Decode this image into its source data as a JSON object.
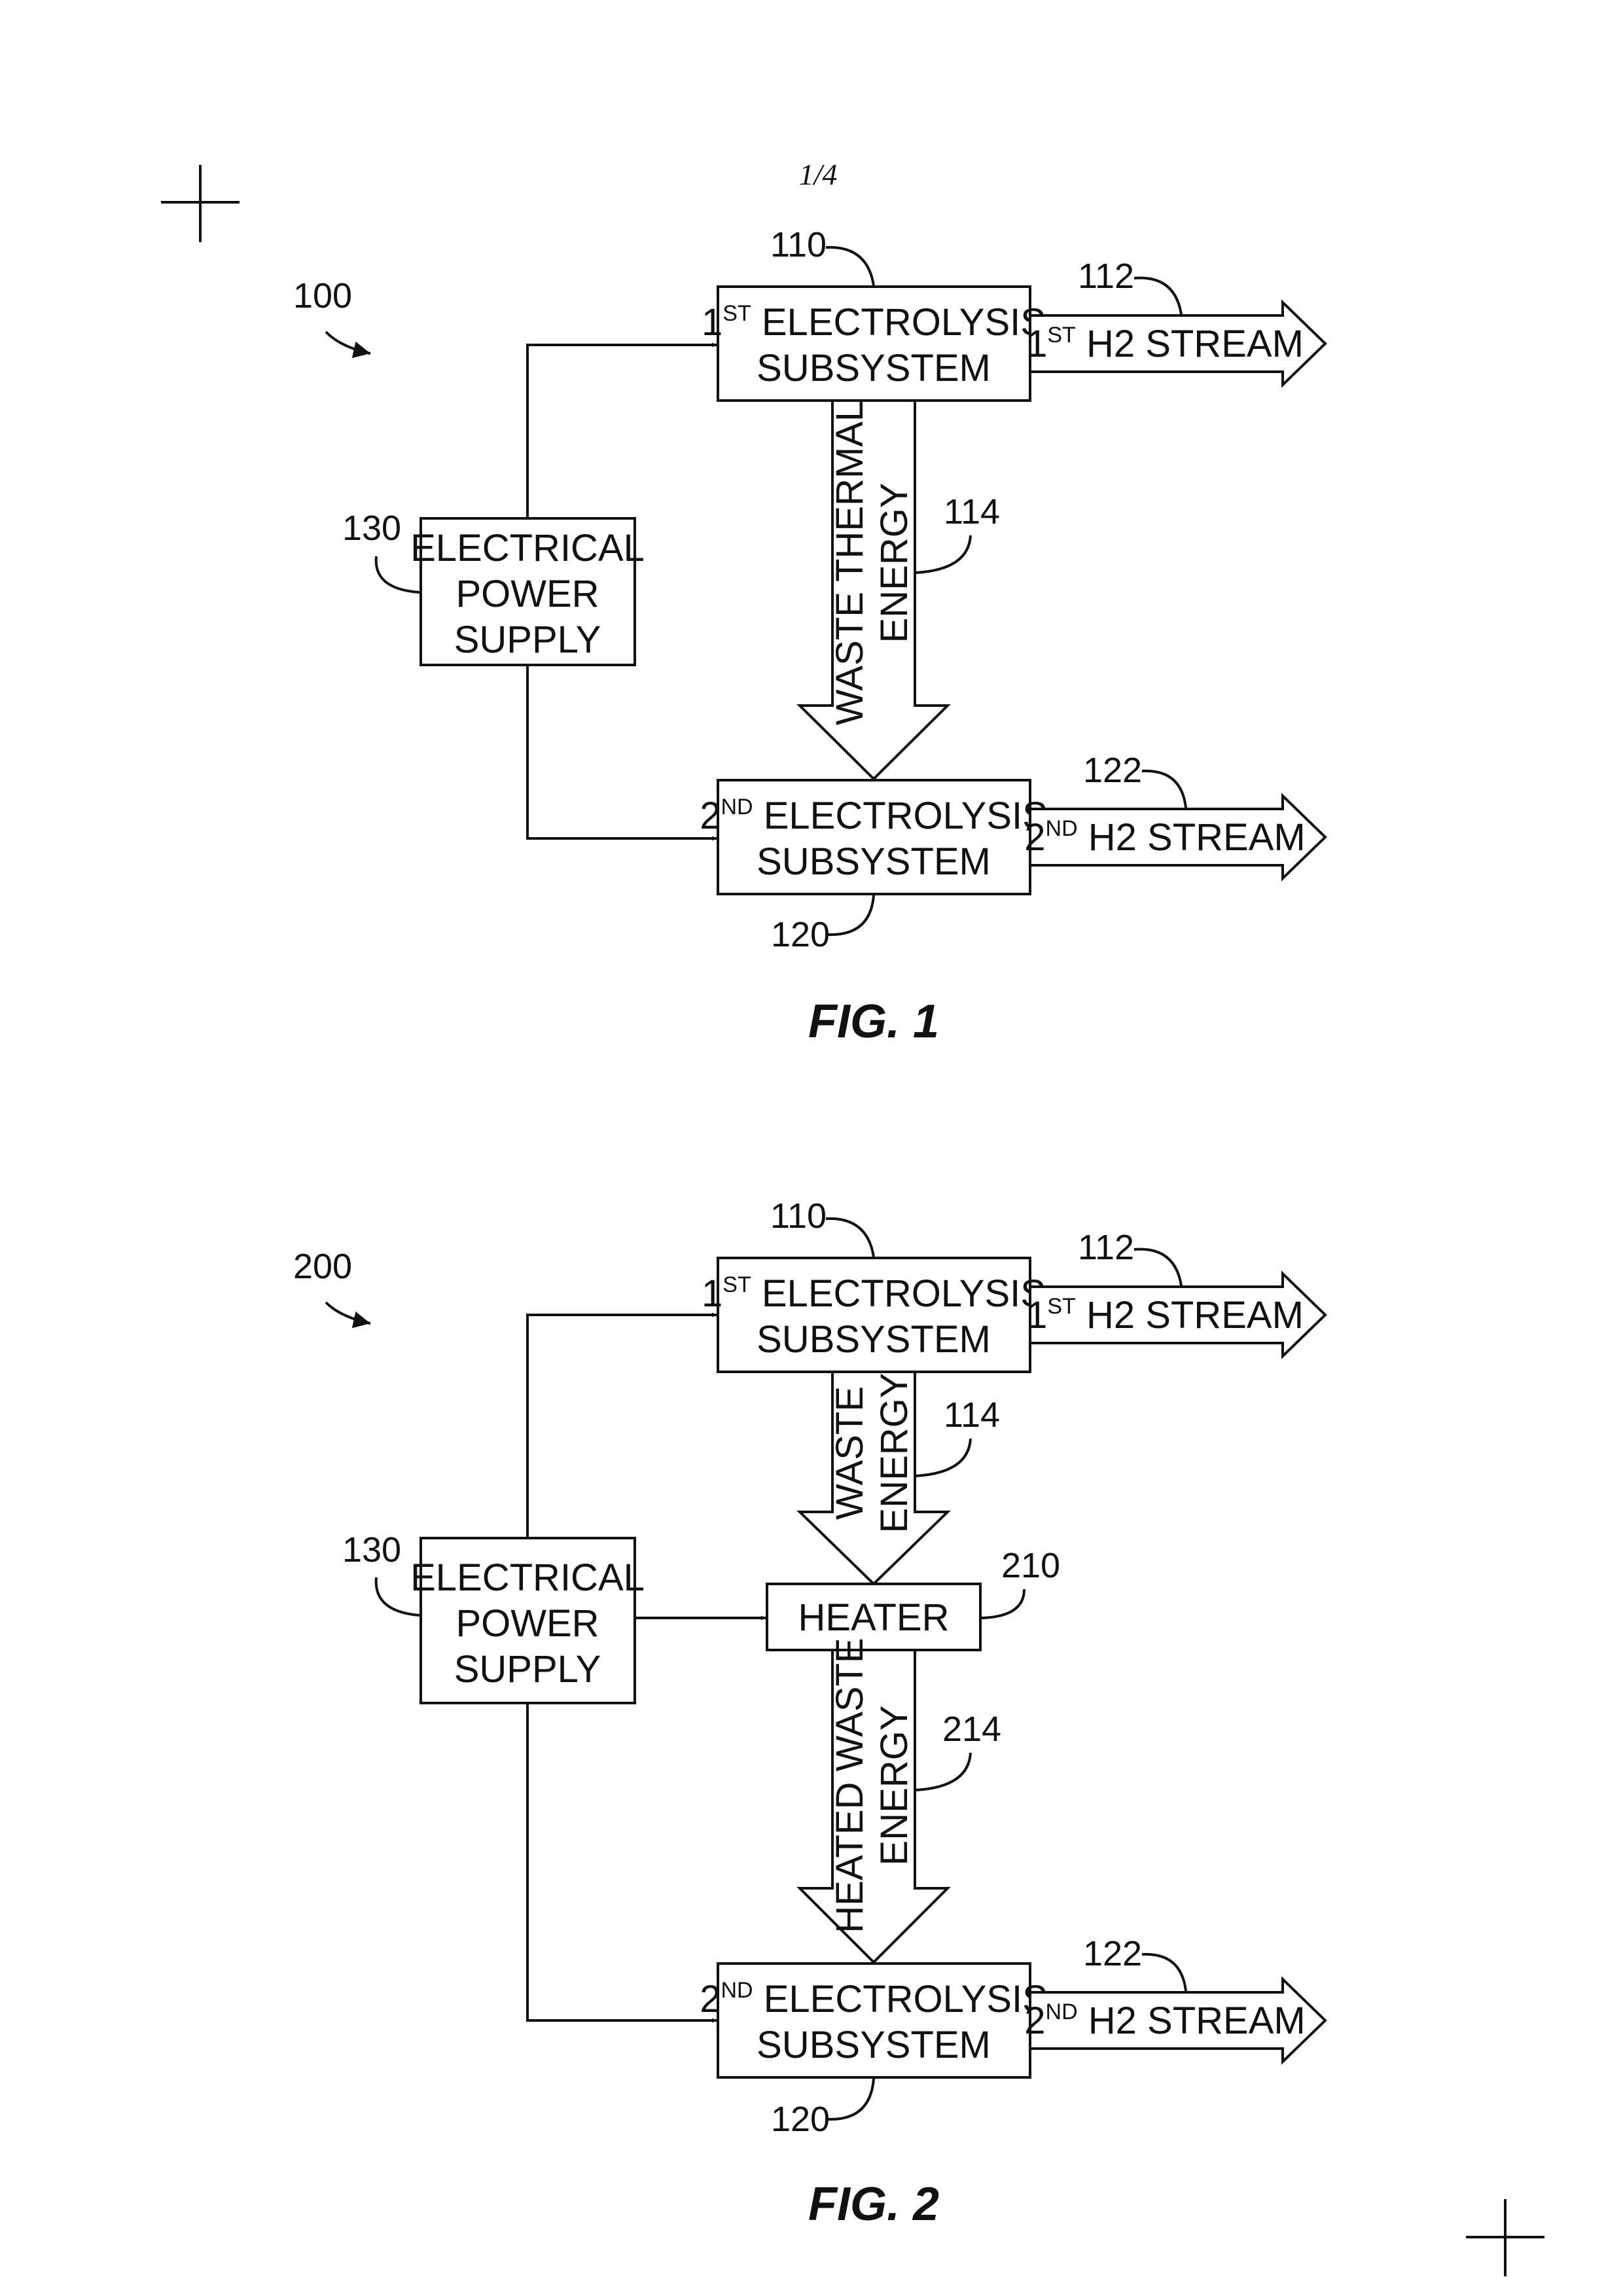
{
  "page_number": "1/4",
  "box_labels": {
    "electrolysis": "ELECTROLYSIS",
    "subsystem": "SUBSYSTEM",
    "electrical": "ELECTRICAL",
    "power": "POWER",
    "supply": "SUPPLY",
    "heater": "HEATER"
  },
  "stream_labels": {
    "h2_stream": "H2 STREAM"
  },
  "ordinals": {
    "first_num": "1",
    "first_sup": "ST",
    "second_num": "2",
    "second_sup": "ND"
  },
  "fig1": {
    "caption": "FIG. 1",
    "system_ref": "100",
    "ref_1st": "110",
    "ref_1st_stream": "112",
    "ref_waste": "114",
    "ref_2nd": "120",
    "ref_2nd_stream": "122",
    "ref_power": "130",
    "waste_line1": "WASTE THERMAL",
    "waste_line2": "ENERGY"
  },
  "fig2": {
    "caption": "FIG. 2",
    "system_ref": "200",
    "ref_1st": "110",
    "ref_1st_stream": "112",
    "ref_waste": "114",
    "ref_heater": "210",
    "ref_heated": "214",
    "ref_2nd": "120",
    "ref_2nd_stream": "122",
    "ref_power": "130",
    "waste_line1": "WASTE",
    "waste_line2": "ENERGY",
    "heated_line1": "HEATED WASTE",
    "heated_line2": "ENERGY"
  }
}
